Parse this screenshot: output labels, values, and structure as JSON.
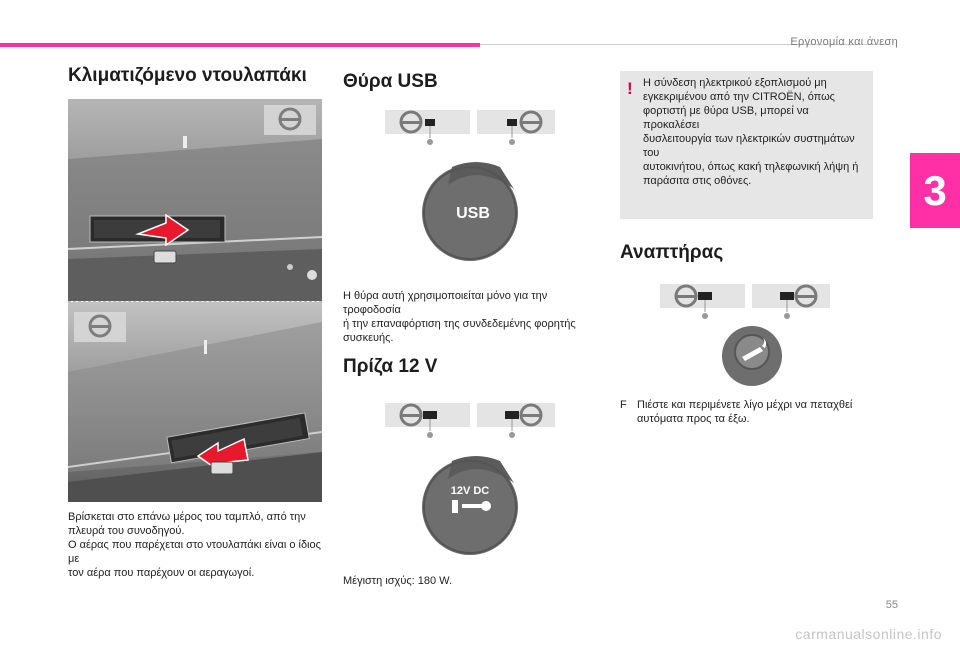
{
  "header": {
    "section": "Εργονομία και άνεση",
    "chapter": "3"
  },
  "col1": {
    "title": "Κλιματιζόμενο ντουλαπάκι",
    "text": [
      "Βρίσκεται στο επάνω μέρος του ταμπλό, από την",
      "πλευρά του συνοδηγού.",
      "Ο αέρας που παρέχεται στο ντουλαπάκι είναι ο ίδιος με",
      "τον αέρα που παρέχουν οι αεραγωγοί."
    ]
  },
  "col2": {
    "usb_title": "Θύρα USB",
    "usb_label": "USB",
    "usb_text": [
      "Η θύρα αυτή χρησιμοποιείται μόνο για την τροφοδοσία",
      "ή την επαναφόρτιση της συνδεδεμένης φορητής",
      "συσκευής."
    ],
    "socket_title": "Πρίζα 12 V",
    "socket_label": "12V DC",
    "socket_text": "Μέγιστη ισχύς: 180 W."
  },
  "col3": {
    "warning_mark": "!",
    "warning_text": [
      "Η σύνδεση ηλεκτρικού εξοπλισμού μη",
      "εγκεκριμένου από την CITROËN, όπως",
      "φορτιστή με θύρα USB, μπορεί να προκαλέσει",
      "δυσλειτουργία των ηλεκτρικών συστημάτων του",
      "αυτοκινήτου, όπως κακή τηλεφωνική λήψη ή",
      "παράσιτα στις οθόνες."
    ],
    "lighter_title": "Αναπτήρας",
    "lighter_bullet": "F",
    "lighter_text": [
      "Πιέστε και περιμένετε λίγο μέχρι να πεταχθεί",
      "αυτόματα προς τα έξω."
    ]
  },
  "footer": {
    "page_number": "55",
    "watermark": "carmanualsonline.info"
  },
  "colors": {
    "accent": "#ff2fa6",
    "warning": "#e0003a",
    "panel": "#e6e6e6"
  },
  "icons": [
    "steering-wheel-icon",
    "usb-icon",
    "plug-icon",
    "lighter-icon",
    "arrow-icon"
  ]
}
